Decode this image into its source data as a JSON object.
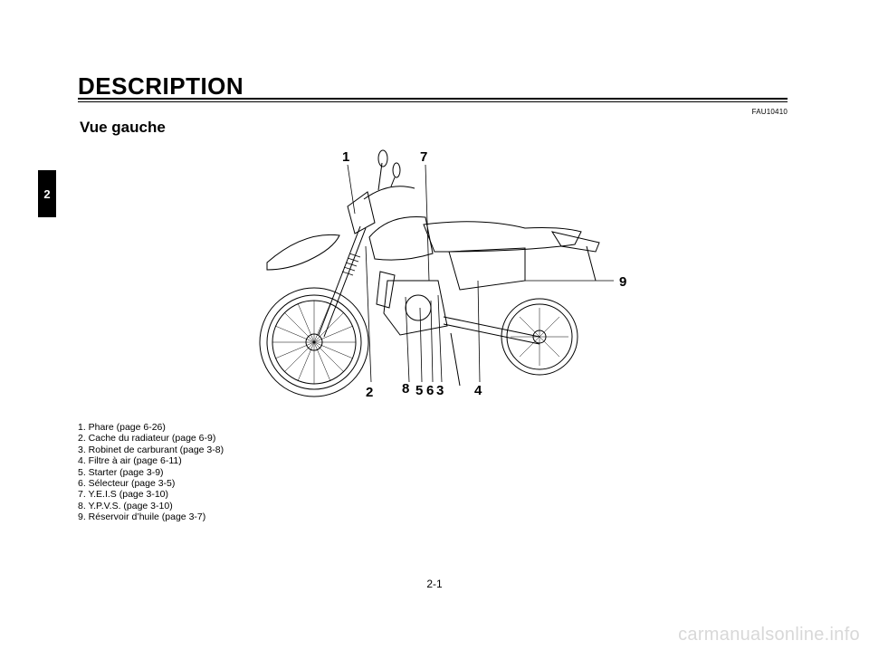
{
  "chapter_tab": "2",
  "header": {
    "section_title": "DESCRIPTION",
    "ref_code": "FAU10410",
    "subtitle": "Vue gauche"
  },
  "figure": {
    "callouts": [
      "1",
      "7",
      "9",
      "2",
      "8",
      "5",
      "6",
      "3",
      "4"
    ],
    "icons": [
      "motorcycle-left-side-illustration"
    ]
  },
  "legend": [
    "1. Phare (page 6-26)",
    "2. Cache du radiateur (page 6-9)",
    "3. Robinet de carburant (page 3-8)",
    "4. Filtre à air (page 6-11)",
    "5. Starter (page 3-9)",
    "6. Sélecteur (page 3-5)",
    "7. Y.E.I.S (page 3-10)",
    "8. Y.P.V.S. (page 3-10)",
    "9. Réservoir d’huile (page 3-7)"
  ],
  "footer": {
    "page_number": "2-1",
    "watermark": "carmanualsonline.info"
  }
}
